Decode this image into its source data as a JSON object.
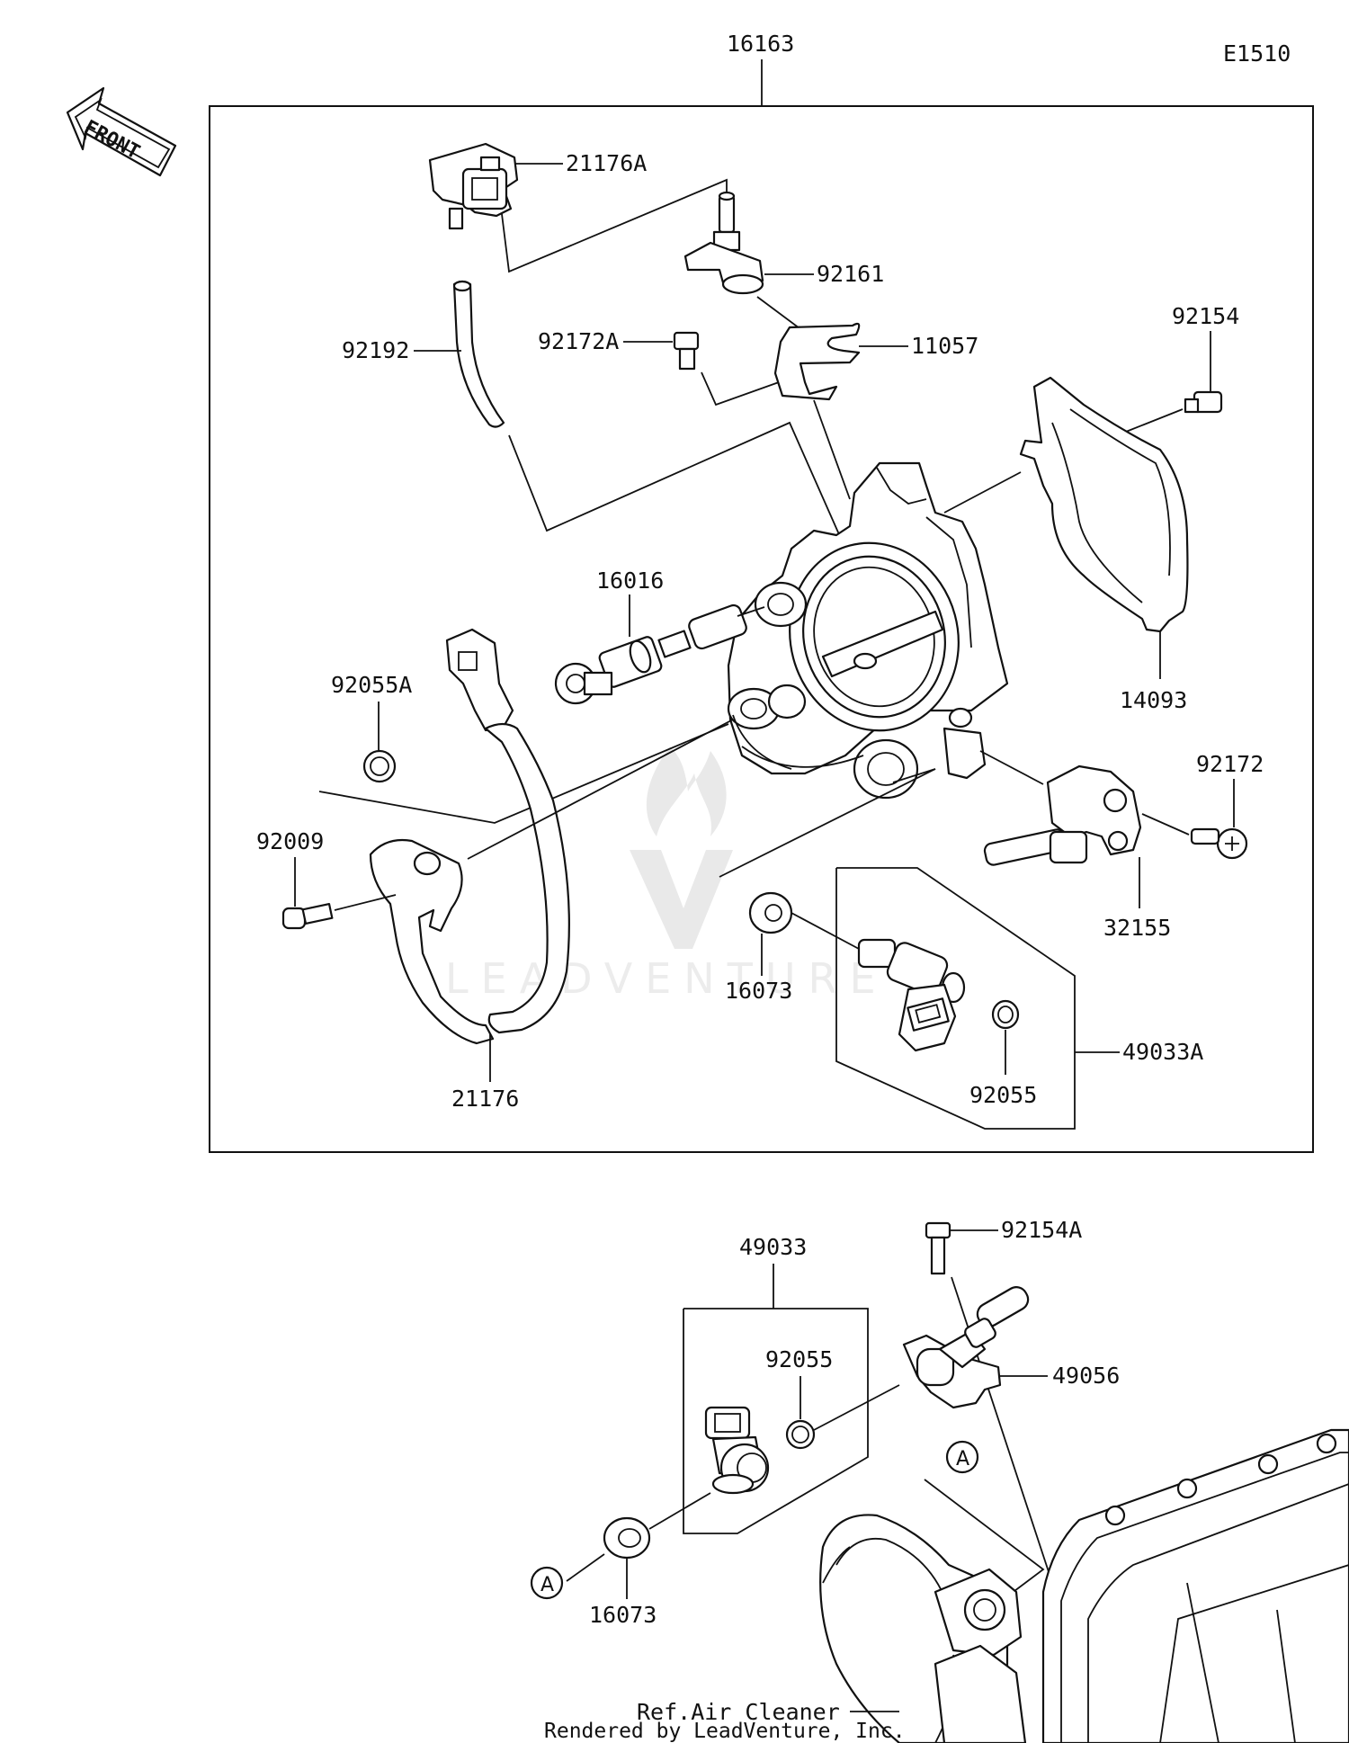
{
  "diagram_code": "E1510",
  "front_label": "FRONT",
  "credit": "Rendered by LeadVenture, Inc.",
  "watermark": "LEADVENTURE",
  "ref_air_cleaner": "Ref.Air Cleaner",
  "callout_a": "A",
  "parts": {
    "p16163": "16163",
    "p21176A": "21176A",
    "p92161": "92161",
    "p92192": "92192",
    "p92172A": "92172A",
    "p11057": "11057",
    "p92154": "92154",
    "p16016": "16016",
    "p14093": "14093",
    "p92055A": "92055A",
    "p92172": "92172",
    "p92009": "92009",
    "p32155": "32155",
    "p16073": "16073",
    "p49033A": "49033A",
    "p92055": "92055",
    "p21176": "21176",
    "p49033": "49033",
    "p92154A": "92154A",
    "p92055b": "92055",
    "p49056": "49056",
    "p16073b": "16073"
  }
}
